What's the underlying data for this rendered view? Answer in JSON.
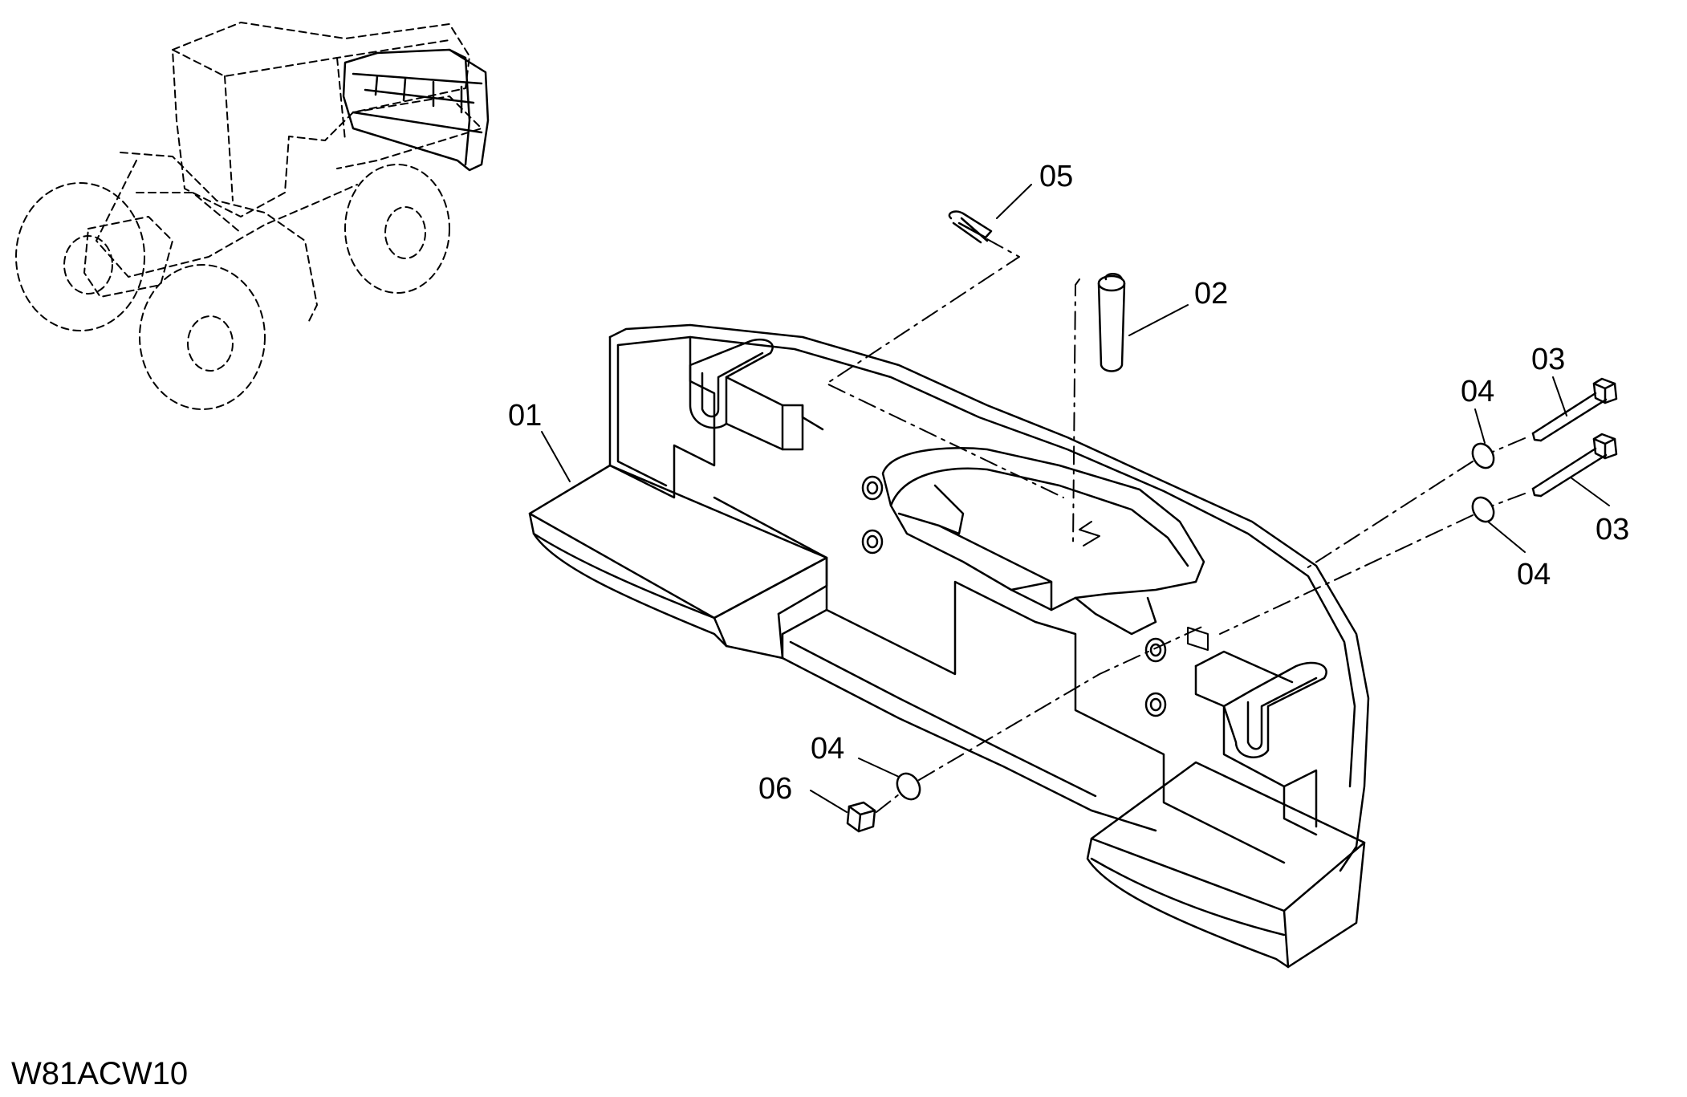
{
  "diagram": {
    "drawing_code": "W81ACW10",
    "callouts": {
      "c01": "01",
      "c02": "02",
      "c03a": "03",
      "c03b": "03",
      "c04a": "04",
      "c04b": "04",
      "c04c": "04",
      "c05": "05",
      "c06": "06"
    },
    "colors": {
      "ink": "#000000",
      "background": "#ffffff"
    }
  }
}
